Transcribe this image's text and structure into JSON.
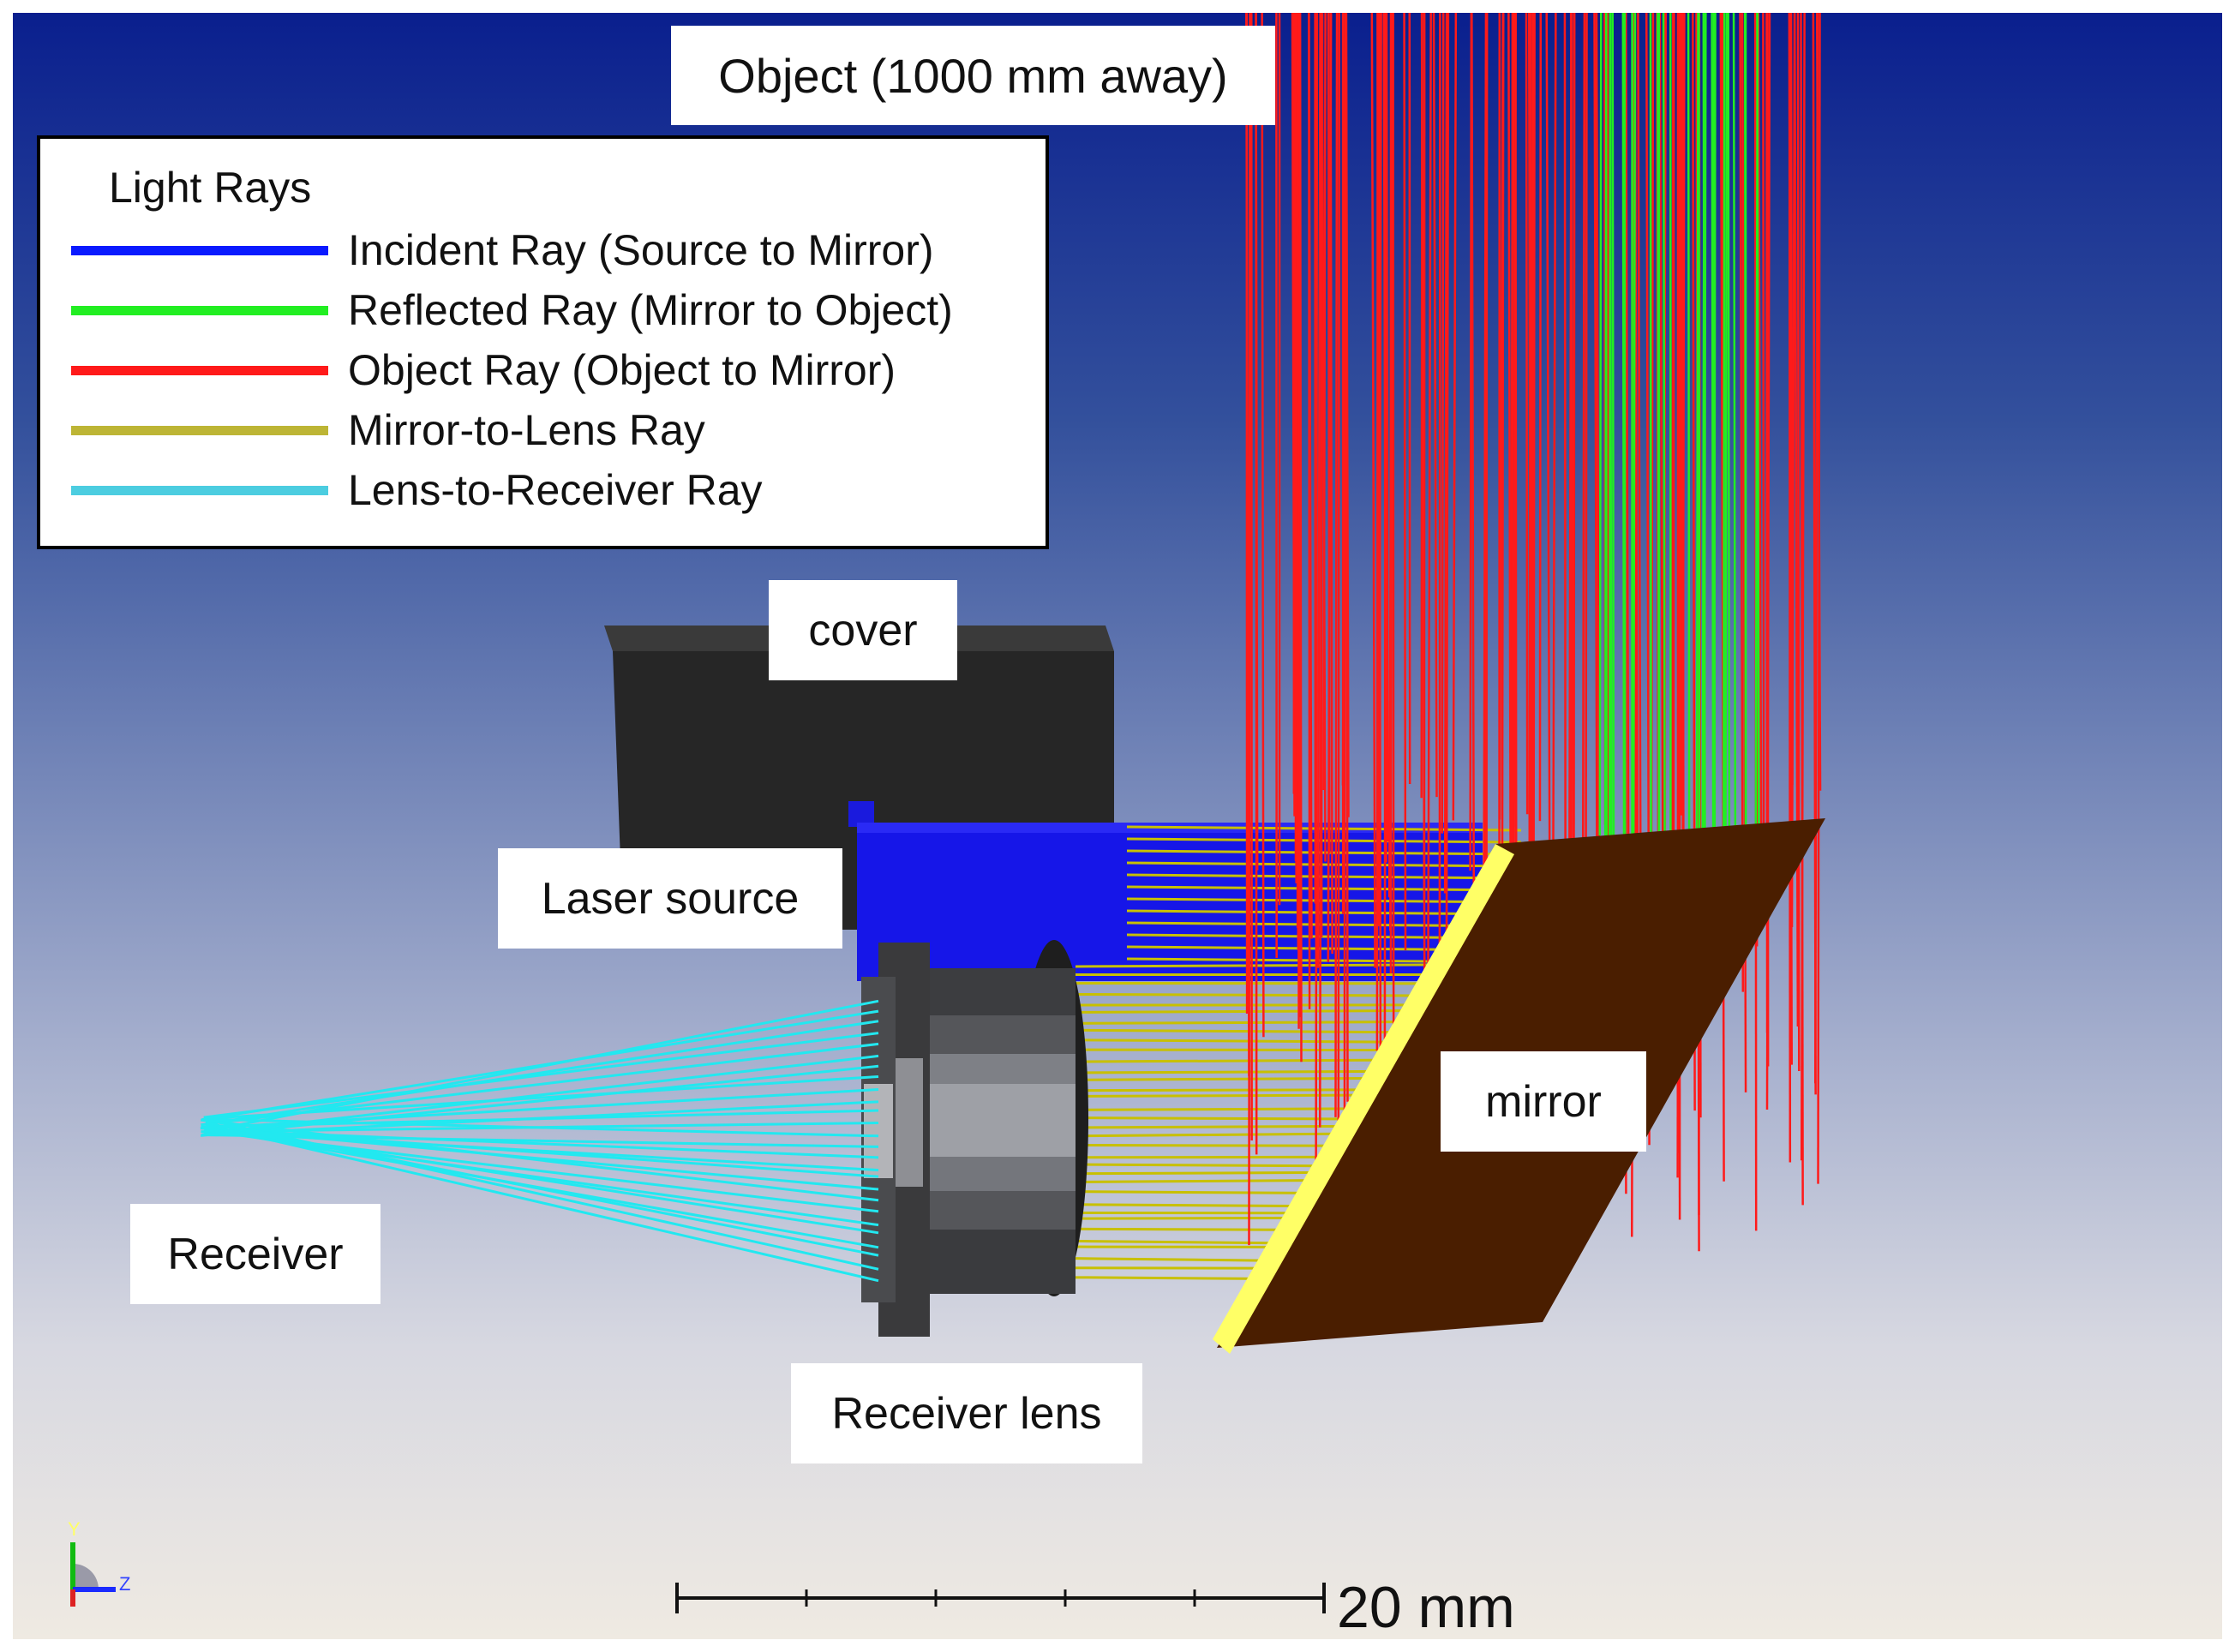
{
  "labels": {
    "object": "Object (1000 mm away)",
    "cover": "cover",
    "laser_source": "Laser source",
    "mirror": "mirror",
    "receiver": "Receiver",
    "receiver_lens": "Receiver lens"
  },
  "legend": {
    "title": "Light Rays",
    "items": [
      {
        "label": "Incident Ray (Source to Mirror)",
        "color": "#0a1aff"
      },
      {
        "label": "Reflected Ray (Mirror to Object)",
        "color": "#22ee22"
      },
      {
        "label": "Object Ray (Object to Mirror)",
        "color": "#ff1a1a"
      },
      {
        "label": "Mirror-to-Lens Ray",
        "color": "#bdb535"
      },
      {
        "label": "Lens-to-Receiver Ray",
        "color": "#4ccde0"
      }
    ]
  },
  "scale": {
    "label": "20 mm"
  },
  "axes": {
    "y": "Y",
    "z": "Z"
  },
  "colors": {
    "cover": "#2b2b2b",
    "laser": "#1414e6",
    "mirror_back": "#4a1e00",
    "mirror_face": "#ffff66",
    "object_ray": "#ff1a1a",
    "reflected_ray": "#22ee22",
    "mirror_to_lens": "#c8c000",
    "lens_to_receiver": "#22e8f0"
  }
}
